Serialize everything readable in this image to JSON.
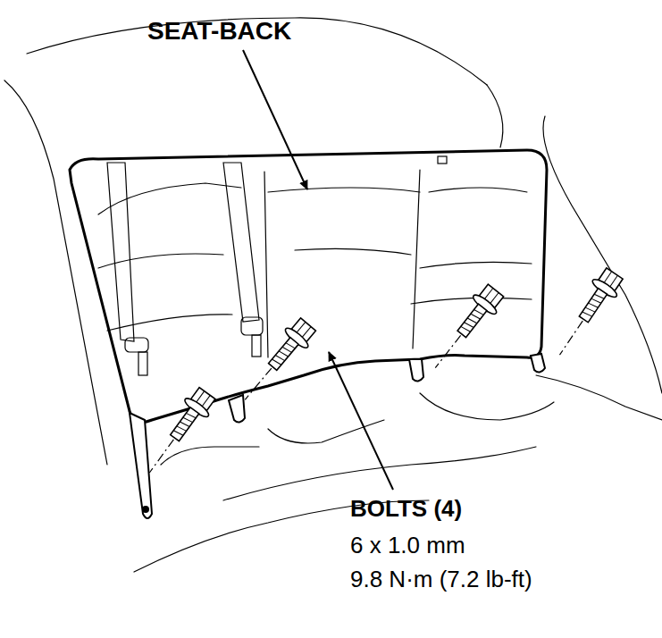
{
  "diagram": {
    "labels": [
      "SEAT-BACK",
      "BOLTS (4)",
      "6 x 1.0 mm",
      "9.8 N·m (7.2 lb-ft)"
    ]
  }
}
